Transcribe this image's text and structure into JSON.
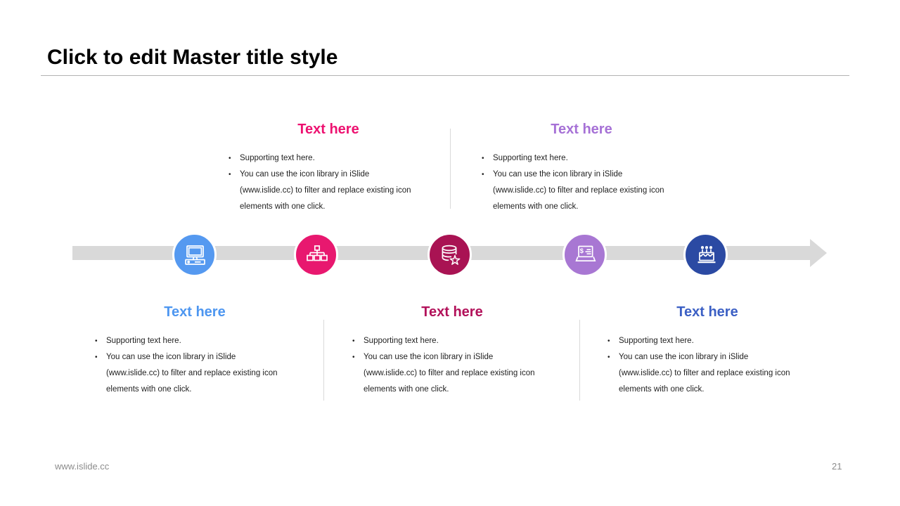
{
  "slide": {
    "title": "Click to edit Master title style",
    "title_color": "#000000",
    "rule_color": "#b3b3b3",
    "footer_url": "www.islide.cc",
    "page_number": "21"
  },
  "content": {
    "bullet_char": "•",
    "bullets": [
      {
        "lines": [
          "Supporting text here."
        ]
      },
      {
        "lines": [
          "You can use the icon library in iSlide",
          "(www.islide.cc) to filter and replace existing icon",
          "elements with one click."
        ]
      }
    ]
  },
  "timeline": {
    "bar_color": "#d9d9d9",
    "divider_color": "#d9d9d9",
    "steps": [
      {
        "icon": "desktop-computer-icon",
        "circle_color": "#5599f0",
        "heading": "Text here",
        "heading_color": "#4d96f0",
        "text_position": "below"
      },
      {
        "icon": "org-chart-icon",
        "circle_color": "#e8186f",
        "heading": "Text here",
        "heading_color": "#ed1170",
        "text_position": "above"
      },
      {
        "icon": "database-star-icon",
        "circle_color": "#a91353",
        "heading": "Text here",
        "heading_color": "#b2115a",
        "text_position": "below"
      },
      {
        "icon": "laptop-dollar-icon",
        "circle_color": "#a877d3",
        "heading": "Text here",
        "heading_color": "#a671d6",
        "text_position": "above"
      },
      {
        "icon": "birthday-cake-icon",
        "circle_color": "#2b4aa3",
        "heading": "Text here",
        "heading_color": "#3b5fc4",
        "text_position": "below"
      }
    ]
  }
}
